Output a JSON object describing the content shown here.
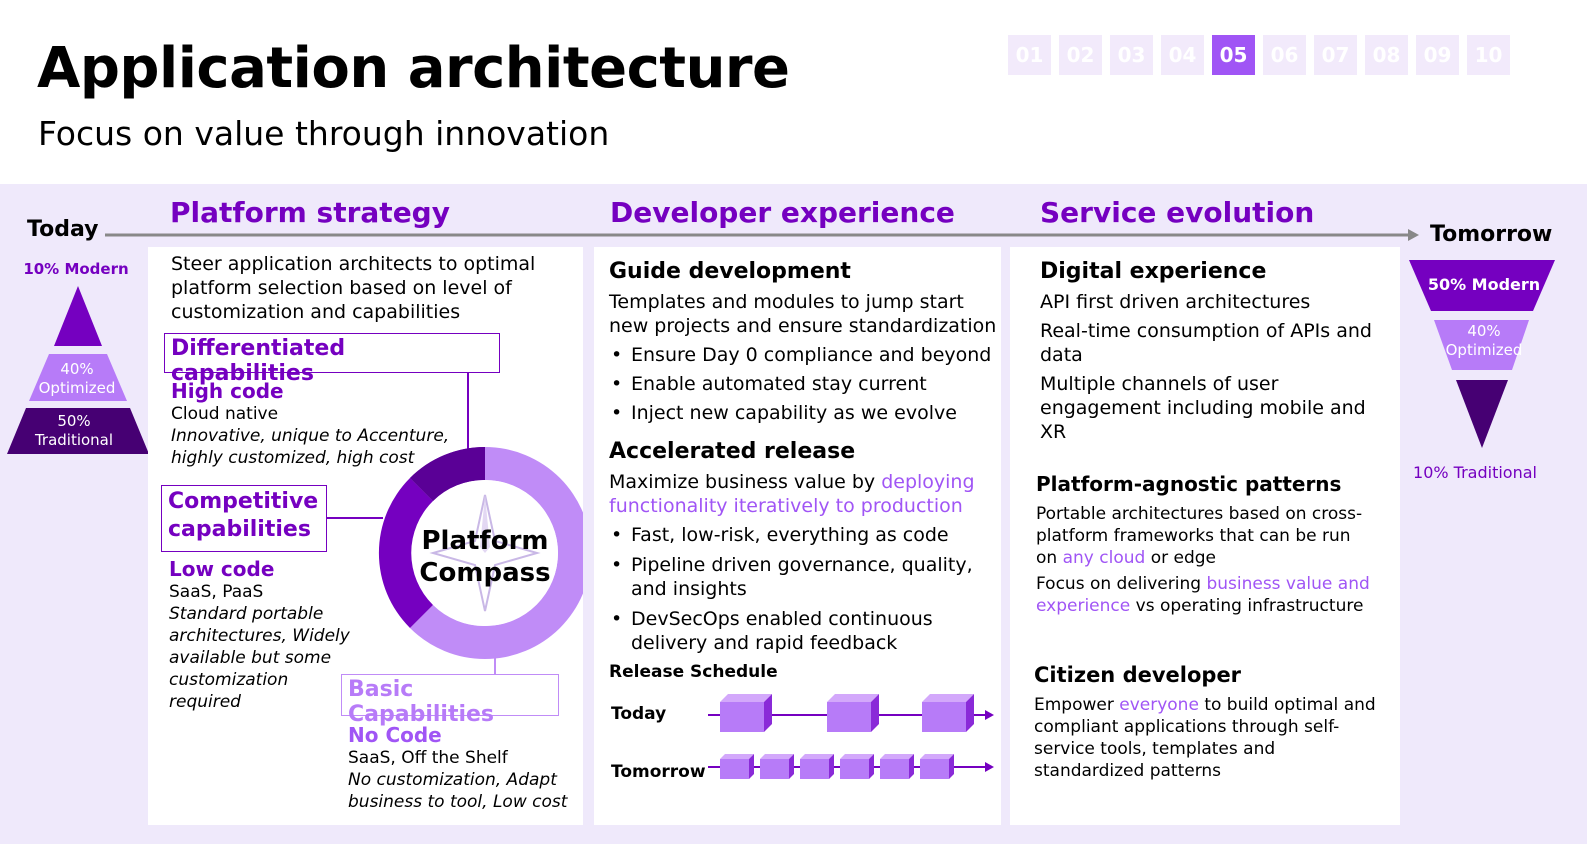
{
  "header": {
    "title": "Application architecture",
    "subtitle": "Focus on value through innovation",
    "pages": [
      "01",
      "02",
      "03",
      "04",
      "05",
      "06",
      "07",
      "08",
      "09",
      "10"
    ],
    "active_page": "05"
  },
  "timeline": {
    "today": "Today",
    "tomorrow": "Tomorrow"
  },
  "today_pyramid": {
    "modern": "10% Modern",
    "optimized": "40% Optimized",
    "traditional": "50% Traditional"
  },
  "tomorrow_pyramid": {
    "modern": "50% Modern",
    "optimized": "40% Optimized",
    "traditional": "10% Traditional"
  },
  "platform": {
    "heading": "Platform strategy",
    "intro": "Steer application architects to optimal platform selection based on level of customization and capabilities",
    "differentiated": {
      "box": "Differentiated capabilities",
      "title": "High code",
      "line": "Cloud native",
      "desc": "Innovative, unique to Accenture, highly customized, high cost"
    },
    "competitive": {
      "box": "Competitive capabilities",
      "title": "Low code",
      "line": "SaaS, PaaS",
      "desc": "Standard portable architectures, Widely available but some customization required"
    },
    "basic": {
      "box": "Basic Capabilities",
      "title": "No Code",
      "line": "SaaS, Off the Shelf",
      "desc": "No customization, Adapt business to tool, Low cost"
    },
    "compass_line1": "Platform",
    "compass_line2": "Compass"
  },
  "developer": {
    "heading": "Developer experience",
    "guide": {
      "title": "Guide development",
      "text": "Templates and modules to jump start new projects and ensure standardization",
      "bullets": [
        "Ensure Day 0 compliance and beyond",
        "Enable automated stay current",
        "Inject new capability as we evolve"
      ]
    },
    "release": {
      "title": "Accelerated release",
      "text_a": "Maximize business value by ",
      "text_hl": "deploying functionality iteratively to production",
      "bullets": [
        "Fast, low-risk, everything as code",
        "Pipeline driven governance, quality, and insights",
        "DevSecOps enabled continuous delivery and rapid feedback"
      ]
    },
    "schedule": {
      "title": "Release Schedule",
      "today": "Today",
      "tomorrow": "Tomorrow",
      "today_blocks": 3,
      "tomorrow_blocks": 6
    }
  },
  "service": {
    "heading": "Service evolution",
    "digital": {
      "title": "Digital experience",
      "items": [
        "API first driven architectures",
        "Real-time consumption of APIs and data",
        "Multiple channels of user engagement including mobile and XR"
      ]
    },
    "agnostic": {
      "title": "Platform-agnostic patterns",
      "p1a": "Portable architectures based on cross-platform frameworks that can be run on ",
      "p1hl": "any cloud",
      "p1b": " or edge",
      "p2a": "Focus on delivering ",
      "p2hl": "business value and experience",
      "p2b": " vs operating infrastructure"
    },
    "citizen": {
      "title": "Citizen developer",
      "a": "Empower ",
      "hl": "everyone",
      "b": " to build optimal and compliant applications through self-service tools, templates and standardized patterns"
    }
  },
  "colors": {
    "primary": "#7500c0",
    "light": "#a055f5",
    "lighter": "#c08cf7",
    "dark": "#460073",
    "band": "#efe9fb"
  }
}
